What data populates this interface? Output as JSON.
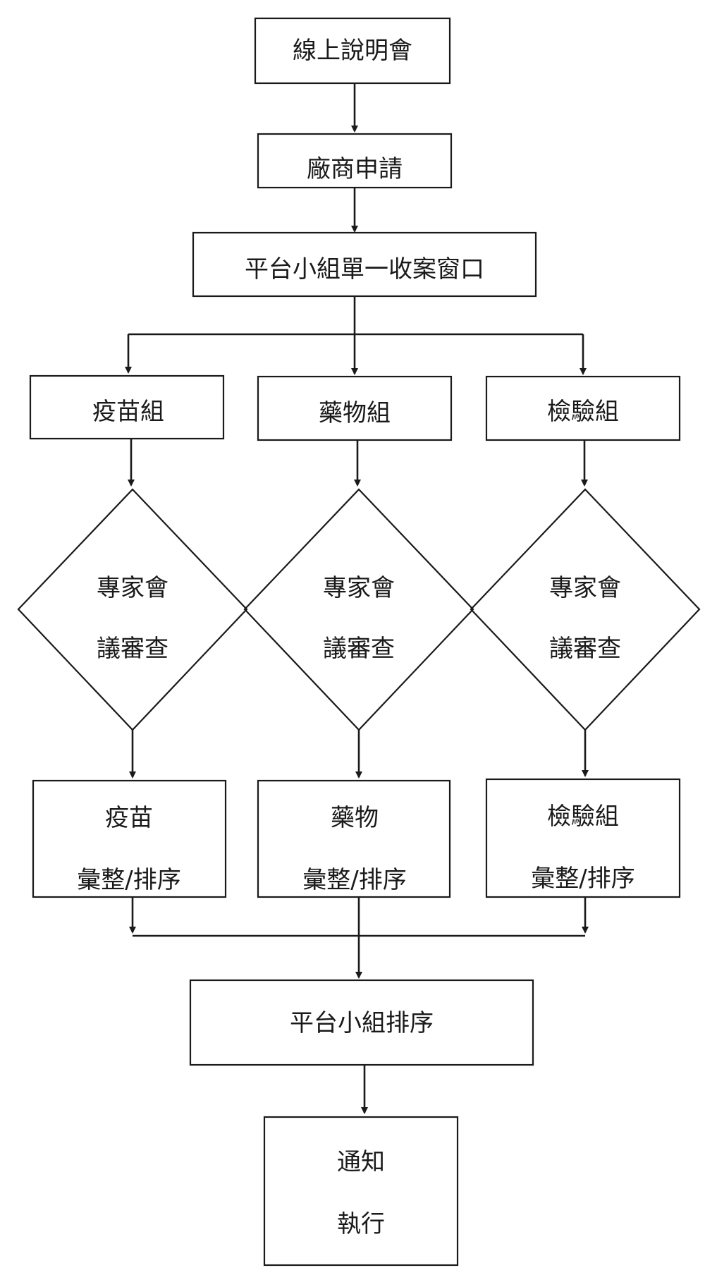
{
  "nodes": {
    "online_briefing": "線上說明會",
    "vendor_application": "廠商申請",
    "single_intake_window": "平台小組單一收案窗口",
    "group_vaccine": "疫苗組",
    "group_drug": "藥物組",
    "group_testing": "檢驗組",
    "review_vaccine": [
      "專家會",
      "議審查"
    ],
    "review_drug": [
      "專家會",
      "議審查"
    ],
    "review_testing": [
      "專家會",
      "議審查"
    ],
    "summary_vaccine": [
      "疫苗",
      "彙整/排序"
    ],
    "summary_drug": [
      "藥物",
      "彙整/排序"
    ],
    "summary_testing": [
      "檢驗組",
      "彙整/排序"
    ],
    "platform_ranking": "平台小組排序",
    "notify_execute": [
      "通知",
      "執行"
    ]
  },
  "colors": {
    "stroke": "#1a1a1a",
    "fill": "#ffffff",
    "text": "#1a1a1a"
  }
}
